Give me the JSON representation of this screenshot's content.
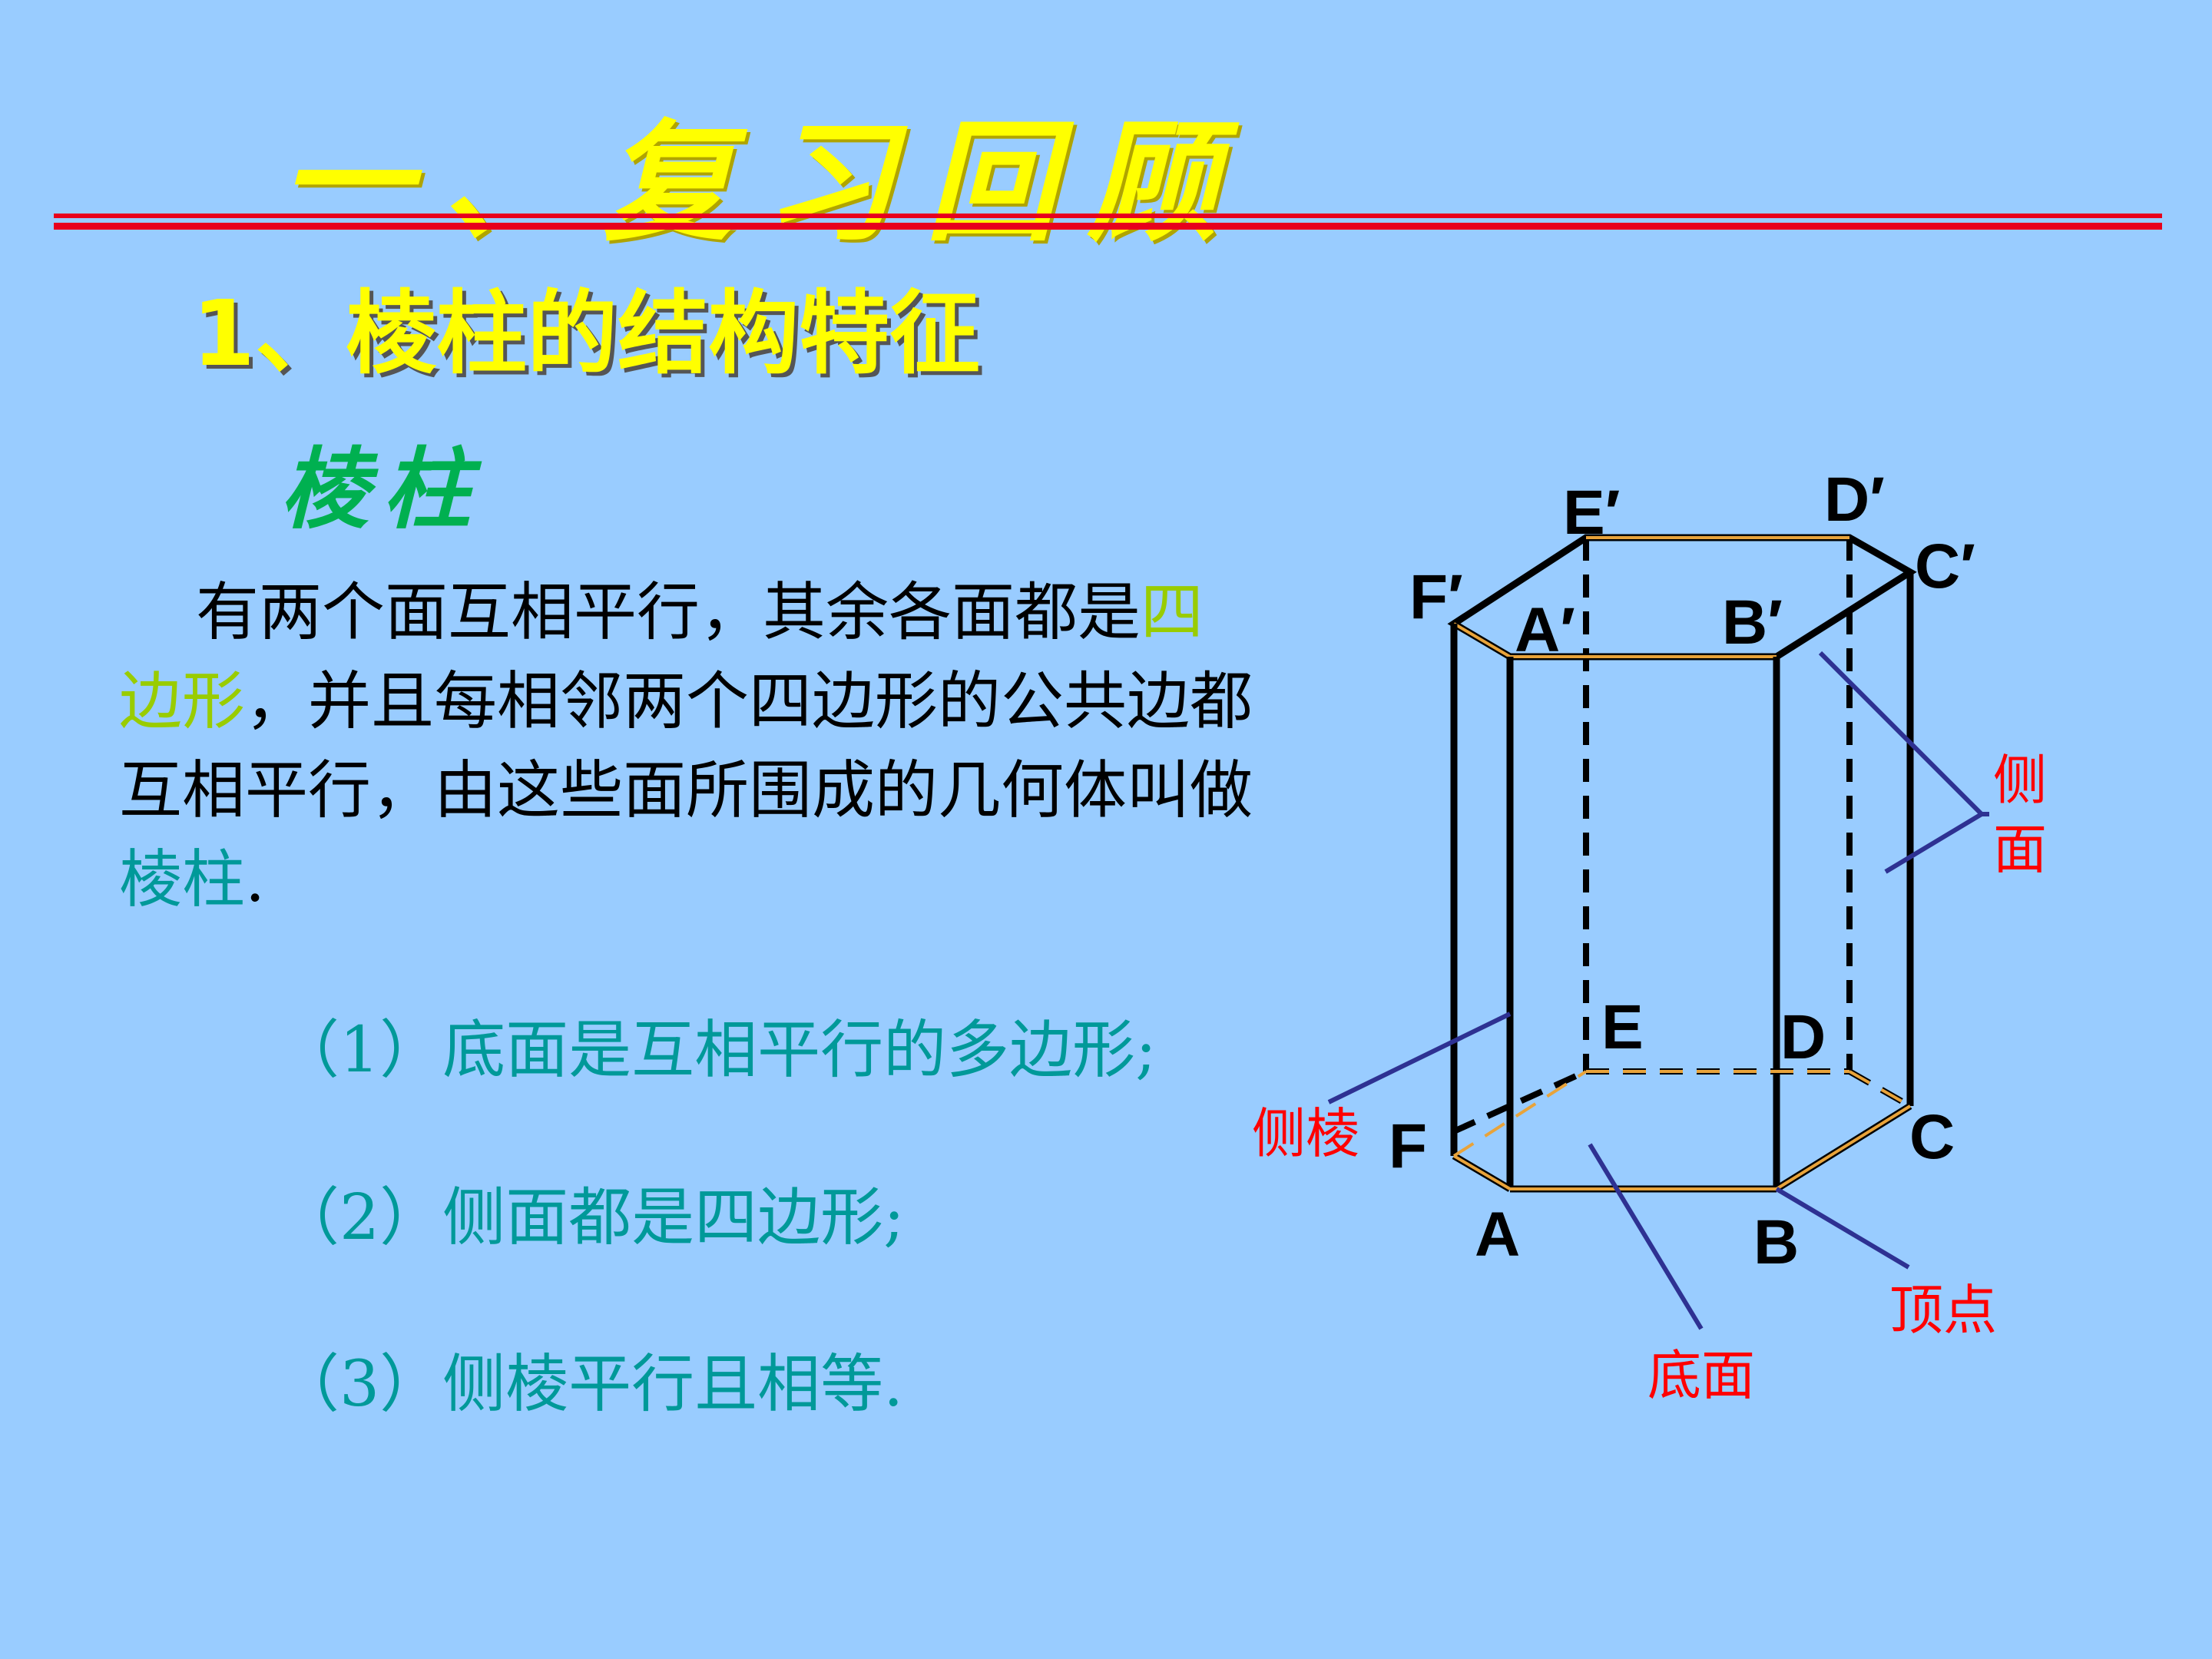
{
  "title": "一、复习回顾",
  "subtitle": "1、棱柱的结构特征",
  "term": "棱柱",
  "definition": {
    "part1": "有两个面互相平行，其余各面都是",
    "highlight1": "四边形",
    "part2": "，并且每相邻两个四边形的公共边都互相平行，由这些面所围成的几何体叫做",
    "highlight2": "棱柱",
    "part3": "."
  },
  "properties": [
    "（1）底面是互相平行的多边形;",
    "（2）侧面都是四边形;",
    "（3）侧棱平行且相等."
  ],
  "diagram": {
    "vertices": {
      "A": "A",
      "B": "B",
      "C": "C",
      "D": "D",
      "E": "E",
      "F": "F",
      "A1": "A′",
      "B1": "B′",
      "C1": "C′",
      "D1": "D′",
      "E1": "E′",
      "F1": "F′"
    },
    "callouts": {
      "lateral_face_1": "侧",
      "lateral_face_2": "面",
      "lateral_edge": "侧棱",
      "vertex": "顶点",
      "base": "底面"
    }
  },
  "colors": {
    "background": "#99ccff",
    "title": "#ffff00",
    "rule": "#e8001c",
    "term": "#00b050",
    "teal": "#009999",
    "highlight_green": "#99cc00",
    "callout_label": "#ff0000",
    "callout_line": "#2e3192",
    "base_edge": "#e8a33a"
  }
}
